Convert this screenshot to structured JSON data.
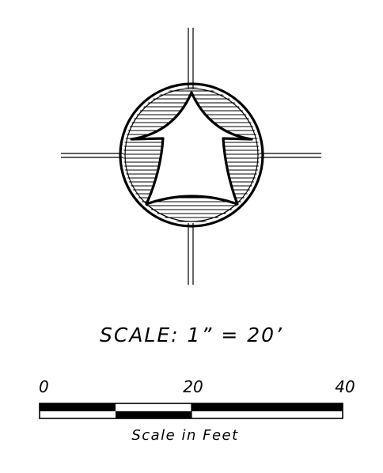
{
  "scale_label": "SCALE: 1” = 20’",
  "scale_bar": {
    "tick_labels": [
      "0",
      "20",
      "40"
    ],
    "caption": "Scale in Feet"
  },
  "icons": {
    "north_arrow": "north-arrow-icon"
  },
  "colors": {
    "ink": "#000000",
    "paper": "#ffffff"
  }
}
